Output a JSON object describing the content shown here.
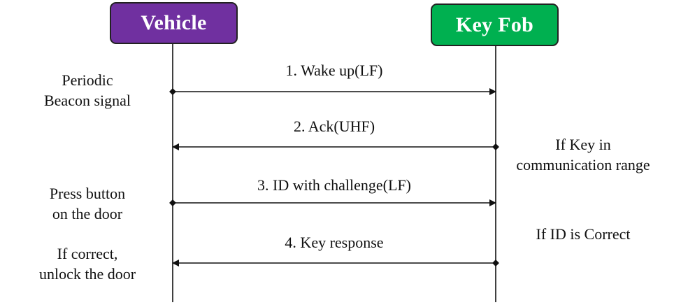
{
  "actors": {
    "vehicle": {
      "label": "Vehicle",
      "color": "#7030a0"
    },
    "keyfob": {
      "label": "Key Fob",
      "color": "#00b050"
    }
  },
  "messages": [
    {
      "label": "1. Wake up(LF)",
      "from": "vehicle",
      "to": "keyfob"
    },
    {
      "label": "2. Ack(UHF)",
      "from": "keyfob",
      "to": "vehicle"
    },
    {
      "label": "3. ID with challenge(LF)",
      "from": "vehicle",
      "to": "keyfob"
    },
    {
      "label": "4. Key response",
      "from": "keyfob",
      "to": "vehicle"
    }
  ],
  "notes": {
    "left": [
      {
        "lines": [
          "Periodic",
          "Beacon signal"
        ]
      },
      {
        "lines": [
          "Press button",
          "on the door"
        ]
      },
      {
        "lines": [
          "If correct,",
          "unlock the door"
        ]
      }
    ],
    "right": [
      {
        "lines": [
          "If Key in",
          "communication range"
        ]
      },
      {
        "lines": [
          "If ID is Correct"
        ]
      }
    ]
  },
  "colors": {
    "line": "#111111"
  }
}
